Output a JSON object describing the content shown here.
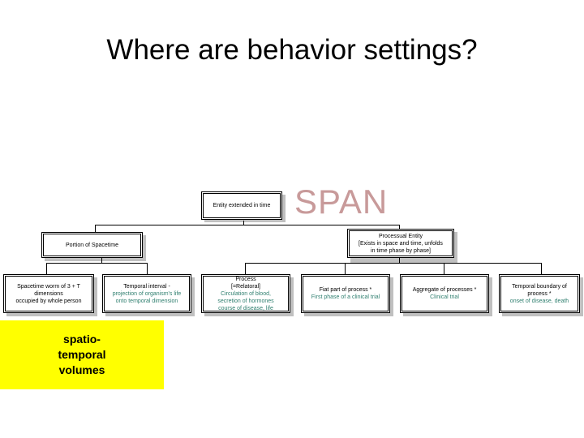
{
  "slide": {
    "title": "Where are behavior settings?"
  },
  "diagram": {
    "watermark": "SPAN",
    "nodes": {
      "root": {
        "label": "Entity extended in time"
      },
      "portion_of_spacetime": {
        "label": "Portion of Spacetime"
      },
      "processual_entity": {
        "line1": "Processual Entity",
        "line2": "[Exists in space and time, unfolds",
        "line3": "in time phase by phase]"
      },
      "spacetime_worm": {
        "line1": "Spacetime worm of 3 + T",
        "line2": "dimensions",
        "line3": "occupied by whole person"
      },
      "temporal_interval": {
        "line1": "Temporal interval -",
        "line2": "projection of organism's life",
        "line3": "onto temporal dimension"
      },
      "process": {
        "line1": "Process",
        "line2": "[=Relatoral]",
        "line3": "Circulation of blood,",
        "line4": "secretion of hormones",
        "line5": "course of disease, life"
      },
      "fiat_part": {
        "line1": "Fiat part of process *",
        "line2": "First phase of a clinical trial"
      },
      "aggregate": {
        "line1": "Aggregate of processes *",
        "line2": "Clinical trial"
      },
      "temporal_boundary": {
        "line1": "Temporal boundary of",
        "line2": "process *",
        "line3": "onset of disease, death"
      }
    }
  },
  "callout": {
    "line1": "spatio-",
    "line2": "temporal",
    "line3": "volumes"
  },
  "colors": {
    "watermark": "#c89a9a",
    "callout_fill": "#ffff00",
    "teal_text": "#2f7f6f",
    "shadow": "#c0c0c0",
    "border": "#000000"
  }
}
